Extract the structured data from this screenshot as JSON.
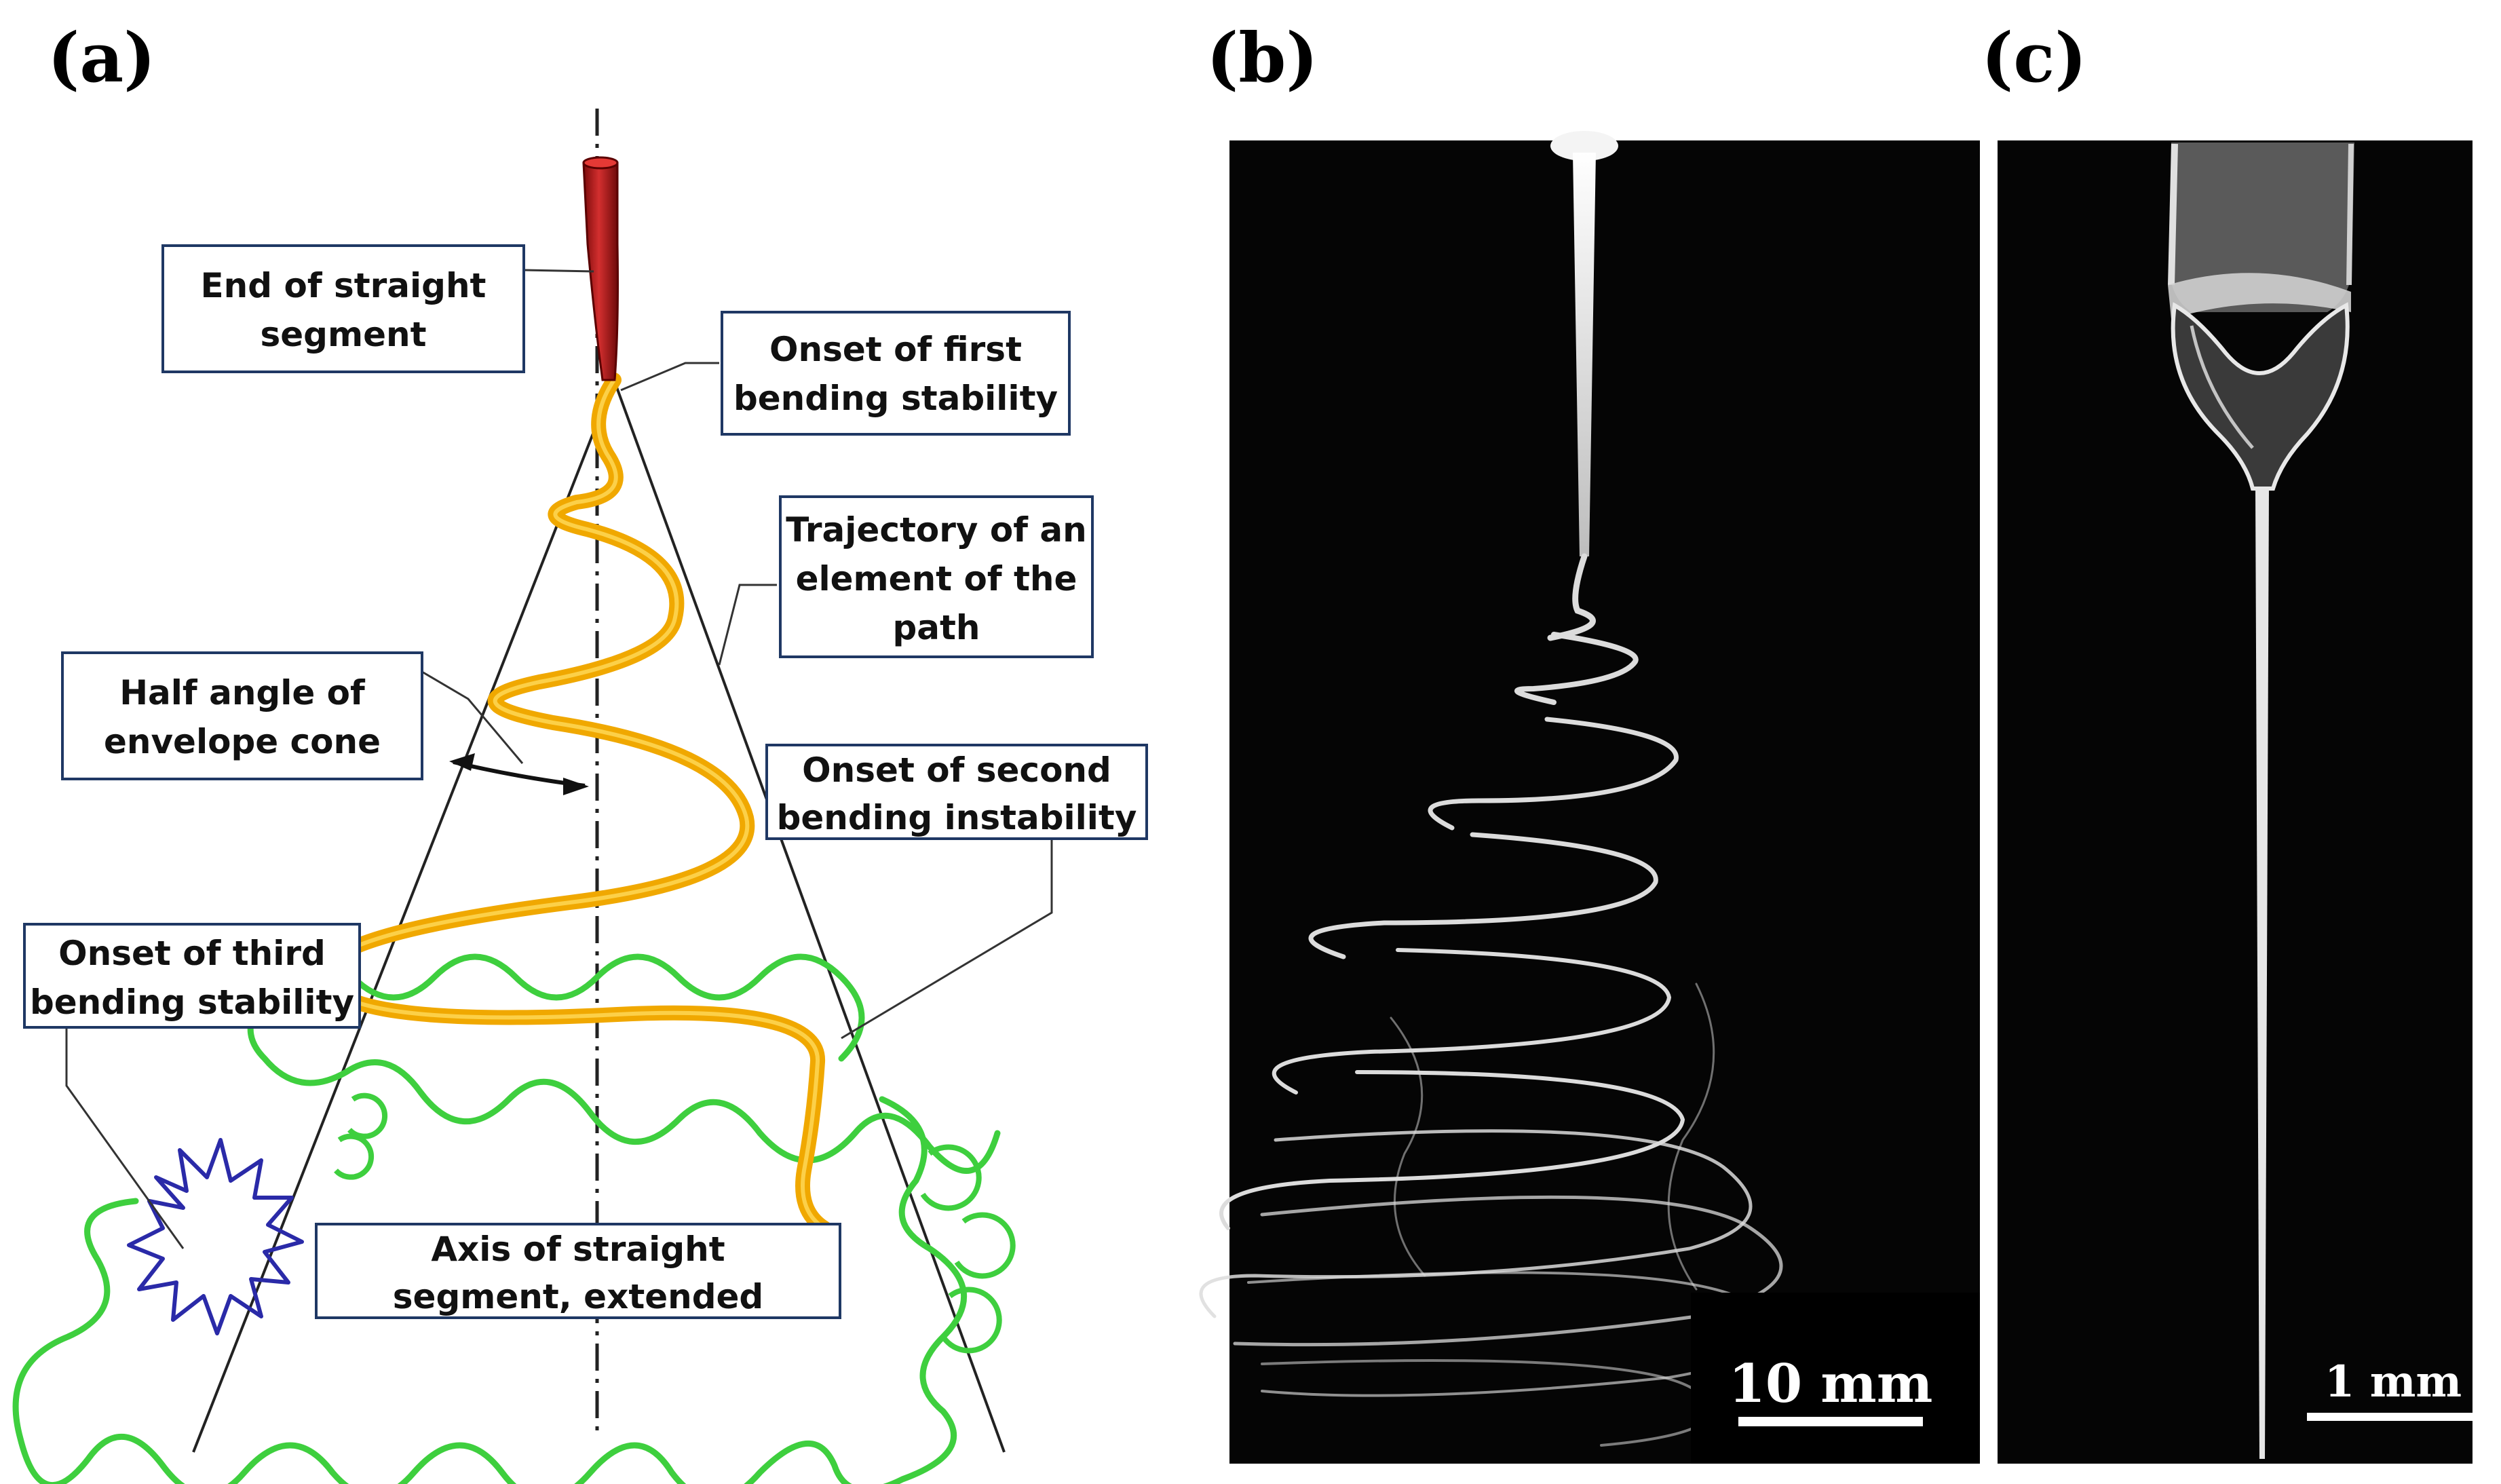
{
  "panels": {
    "a": {
      "letter": "(a)"
    },
    "b": {
      "letter": "(b)",
      "scale_bar": "10 mm"
    },
    "c": {
      "letter": "(c)",
      "scale_bar": "1 mm"
    }
  },
  "labels": {
    "end_straight": [
      "End of straight",
      "segment"
    ],
    "onset_first": [
      "Onset of first",
      "bending stability"
    ],
    "trajectory": [
      "Trajectory of an",
      "element of the",
      "path"
    ],
    "half_angle": [
      "Half angle of",
      "envelope cone"
    ],
    "onset_second": [
      "Onset of second",
      "bending instability"
    ],
    "onset_third": [
      "Onset of third",
      "bending stability"
    ],
    "axis_straight": [
      "Axis of straight",
      "segment, extended"
    ]
  },
  "colors": {
    "nozzle": "#b71c1c",
    "first_coil": "#f0a800",
    "second_coil": "#3ecf3e",
    "third_coil": "#2a2aa8",
    "box_border": "#1f3864"
  }
}
